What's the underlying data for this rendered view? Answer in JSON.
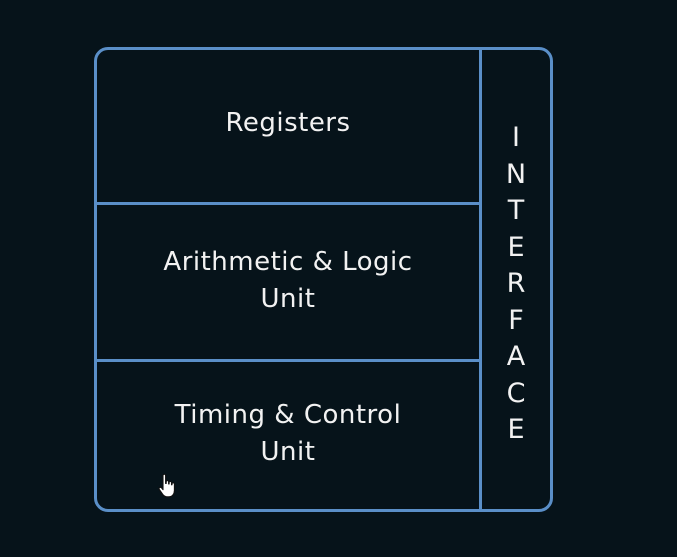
{
  "diagram": {
    "blocks": [
      {
        "label": "Registers"
      },
      {
        "label": "Arithmetic & Logic\nUnit"
      },
      {
        "label": "Timing & Control\nUnit"
      }
    ],
    "interface_label": "INTERFACE",
    "colors": {
      "background": "#06131a",
      "border": "#5a8fc8",
      "text": "#f2f2f2"
    }
  },
  "cursor": {
    "icon": "hand-pointer-icon"
  }
}
